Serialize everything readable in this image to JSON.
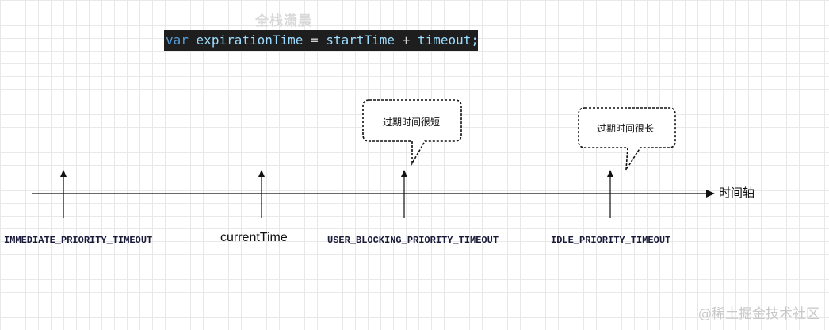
{
  "watermark_top": "全栈潇晨",
  "code": {
    "keyword": "var",
    "variable": "expirationTime",
    "equals": "=",
    "operand1": "startTime",
    "plus": "+",
    "operand2": "timeout;"
  },
  "axis": {
    "label": "时间轴"
  },
  "markers": [
    {
      "label": "IMMEDIATE_PRIORITY_TIMEOUT"
    },
    {
      "label": "currentTime"
    },
    {
      "label": "USER_BLOCKING_PRIORITY_TIMEOUT"
    },
    {
      "label": "IDLE_PRIORITY_TIMEOUT"
    }
  ],
  "callouts": [
    {
      "text": "过期时间很短"
    },
    {
      "text": "过期时间很长"
    }
  ],
  "watermark_bottom": "@稀土掘金技术社区"
}
